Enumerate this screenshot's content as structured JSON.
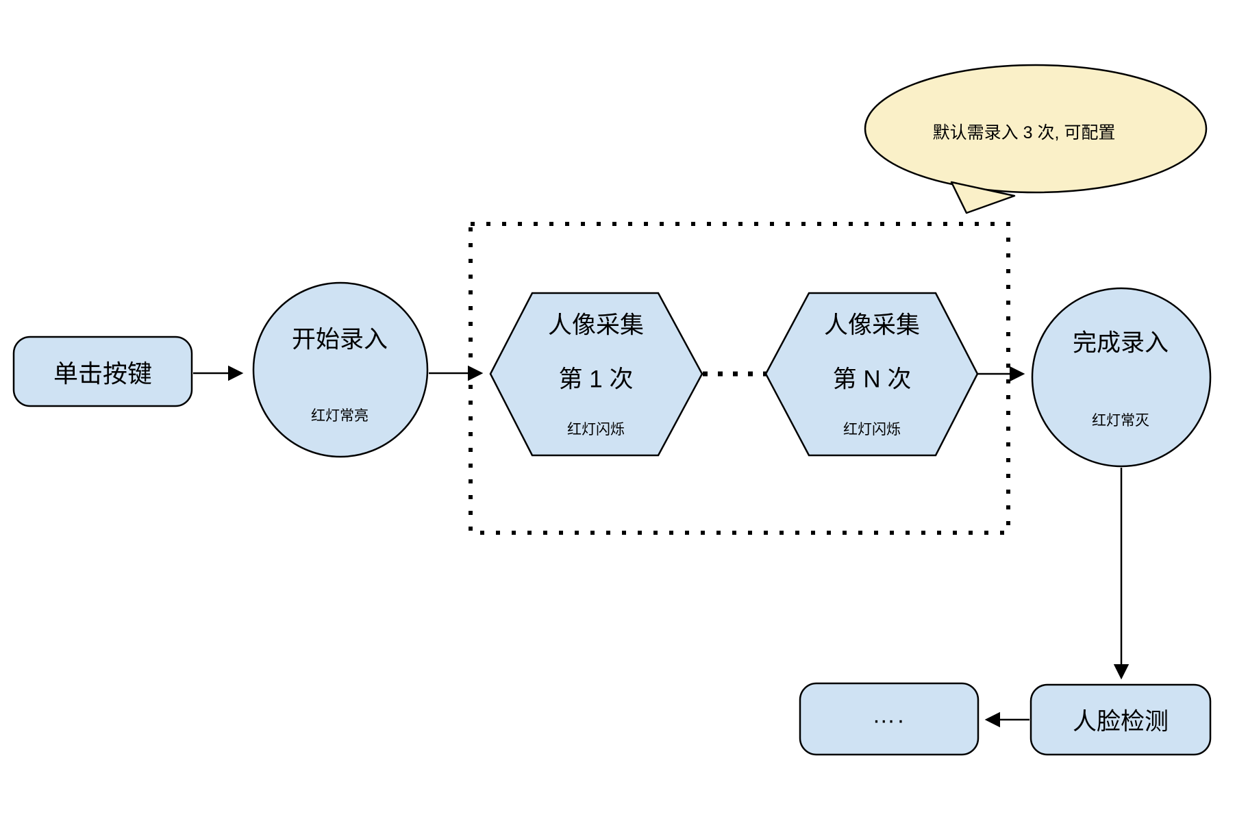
{
  "diagram": {
    "title": "face-enrollment-flowchart",
    "colors": {
      "node_fill": "#cfe2f3",
      "node_stroke": "#000000",
      "bubble_fill": "#faf0c8",
      "background": "#ffffff"
    },
    "nodes": {
      "start_button": {
        "label": "单击按键"
      },
      "start_entry": {
        "label": "开始录入",
        "sublabel": "红灯常亮"
      },
      "capture_first": {
        "label": "人像采集",
        "label2": "第 1 次",
        "sublabel": "红灯闪烁"
      },
      "capture_nth": {
        "label": "人像采集",
        "label2": "第 N 次",
        "sublabel": "红灯闪烁"
      },
      "finish_entry": {
        "label": "完成录入",
        "sublabel": "红灯常灭"
      },
      "face_detection": {
        "label": "人脸检测"
      },
      "ellipsis_box": {
        "label": "…."
      }
    },
    "callout": {
      "text": "默认需录入 3 次, 可配置"
    }
  }
}
